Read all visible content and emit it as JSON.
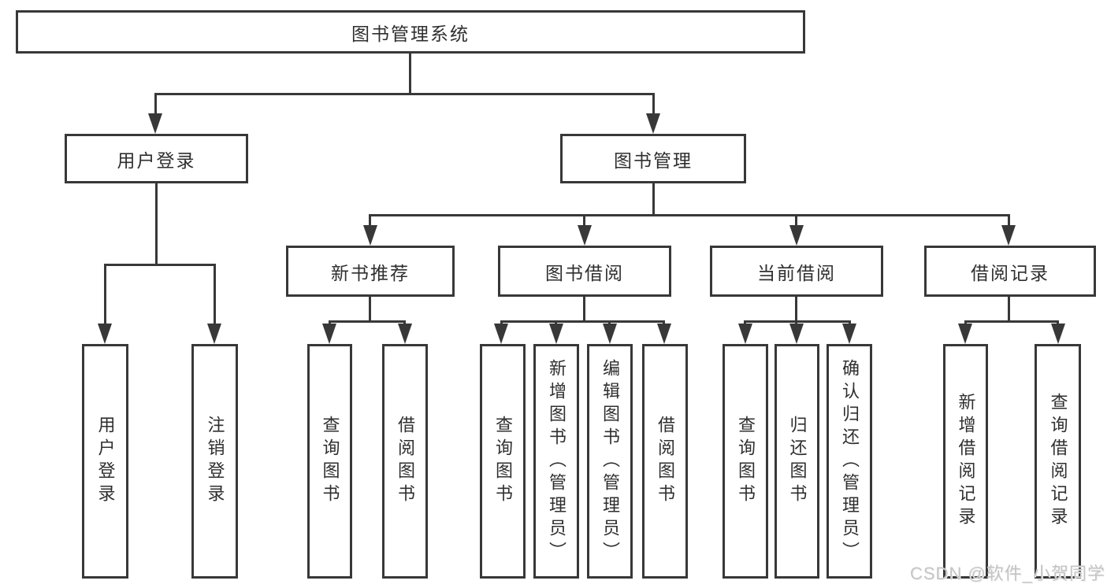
{
  "tree": {
    "root": "图书管理系统",
    "branches": [
      {
        "label": "用户登录",
        "children": [
          "用户登录",
          "注销登录"
        ]
      },
      {
        "label": "图书管理",
        "children": [
          {
            "label": "新书推荐",
            "children": [
              "查询图书",
              "借阅图书"
            ]
          },
          {
            "label": "图书借阅",
            "children": [
              "查询图书",
              "新增图书（管理员）",
              "编辑图书（管理员）",
              "借阅图书"
            ]
          },
          {
            "label": "当前借阅",
            "children": [
              "查询图书",
              "归还图书",
              "确认归还（管理员）"
            ]
          },
          {
            "label": "借阅记录",
            "children": [
              "新增借阅记录",
              "查询借阅记录"
            ]
          }
        ]
      }
    ]
  },
  "watermark": {
    "text": "CSDN @软件_小贺同学"
  },
  "colors": {
    "line": "#383838",
    "text": "#2f2f2f",
    "background": "#ffffff",
    "watermark": "#c4c4c4"
  }
}
